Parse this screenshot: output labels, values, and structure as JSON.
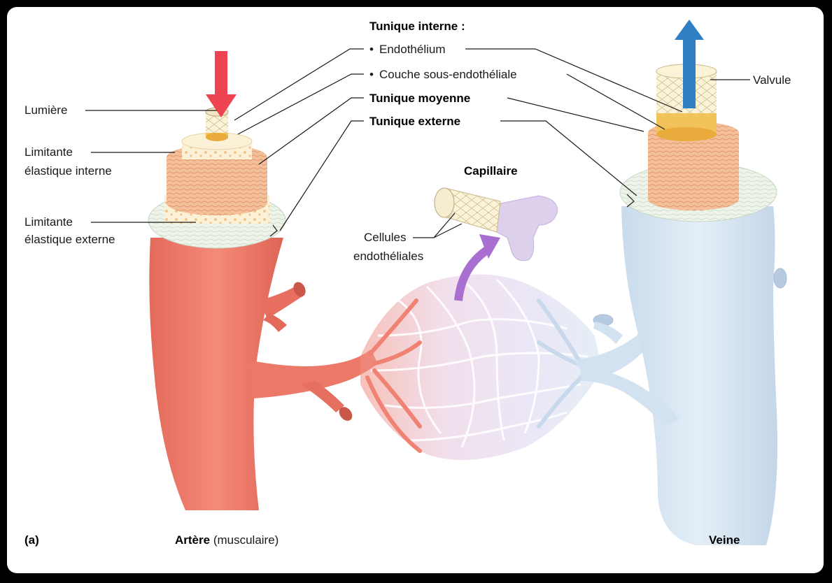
{
  "labels": {
    "tunique_interne": "Tunique interne :",
    "endothelium": "Endothélium",
    "couche_sous_endotheliale": "Couche sous-endothéliale",
    "tunique_moyenne": "Tunique moyenne",
    "tunique_externe": "Tunique externe",
    "lumiere": "Lumière",
    "limitante_interne_1": "Limitante",
    "limitante_interne_2": "élastique interne",
    "limitante_externe_1": "Limitante",
    "limitante_externe_2": "élastique externe",
    "capillaire": "Capillaire",
    "cellules_1": "Cellules",
    "cellules_2": "endothéliales",
    "valvule": "Valvule",
    "panel": "(a)",
    "artere": "Artère",
    "artere_sub": " (musculaire)",
    "veine": "Veine"
  },
  "colors": {
    "artery": "#ef7a6a",
    "artery_dark": "#d95a4c",
    "vein": "#d8e6f2",
    "vein_edge": "#b9cde0",
    "media": "#f2b88c",
    "intima": "#fbeec8",
    "capillary": "#ddd0ec",
    "arrow_in": "#ee4452",
    "arrow_out": "#2f7fc4",
    "arrow_purple": "#a86ed0"
  }
}
